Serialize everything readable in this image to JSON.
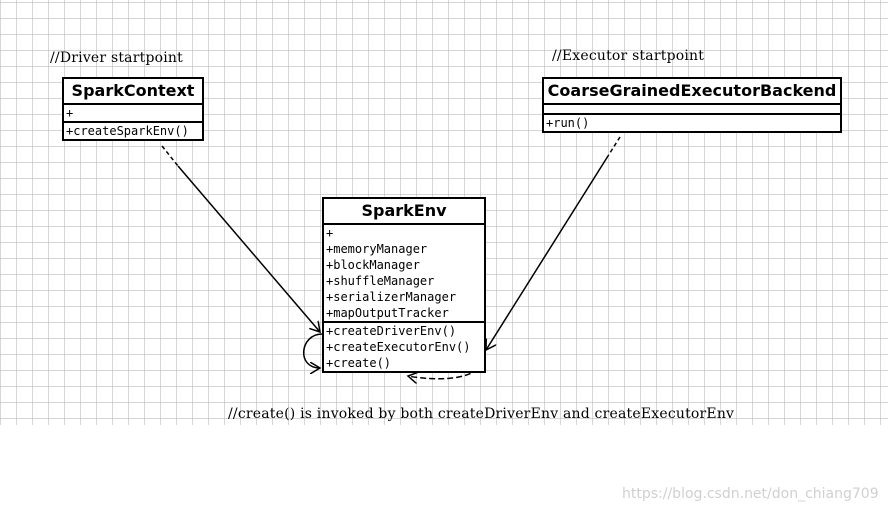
{
  "comments": {
    "driver": "//Driver startpoint",
    "executor": "//Executor startpoint",
    "footer": "//create() is invoked by both createDriverEnv and createExecutorEnv"
  },
  "spark_context": {
    "name": "SparkContext",
    "attributes": [
      "+"
    ],
    "operations": [
      "+createSparkEnv()"
    ]
  },
  "executor_backend": {
    "name": "CoarseGrainedExecutorBackend",
    "attributes": [
      ""
    ],
    "operations": [
      "+run()"
    ]
  },
  "spark_env": {
    "name": "SparkEnv",
    "attributes": [
      "+",
      "+memoryManager",
      "+blockManager",
      "+shuffleManager",
      "+serializerManager",
      "+mapOutputTracker"
    ],
    "operations": [
      "+createDriverEnv()",
      "+createExecutorEnv()",
      "+create()"
    ]
  },
  "watermark": "https://blog.csdn.net/don_chiang709",
  "colors": {
    "line": "#000000",
    "handle": "#4a4ab8",
    "grid": "#b4b4b4"
  }
}
